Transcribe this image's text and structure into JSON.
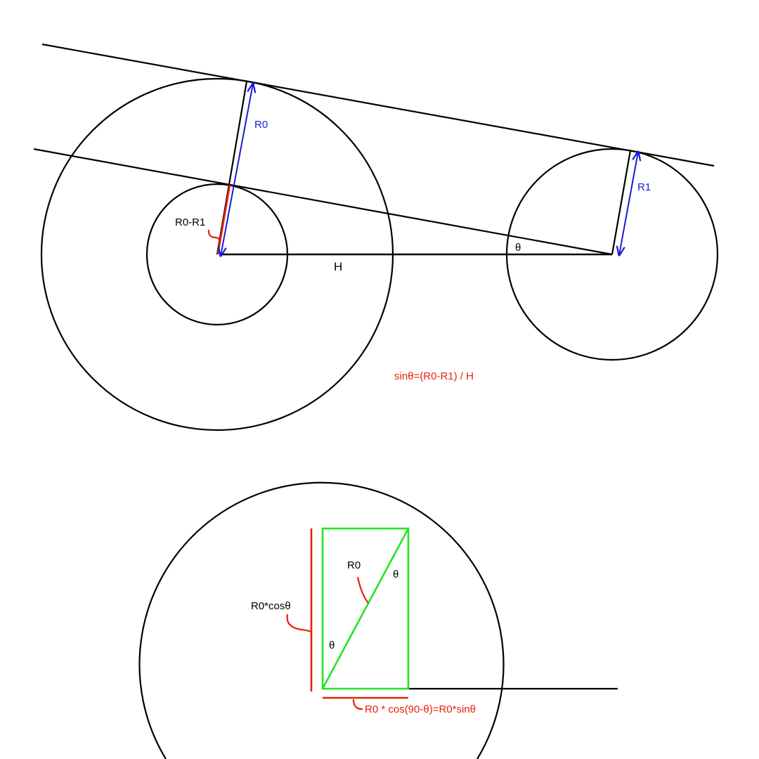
{
  "colors": {
    "background": "#ffffff",
    "line": "#000000",
    "radius_arrow": "#1a1ad6",
    "annotation": "#e8200c",
    "triangle": "#22e622"
  },
  "top_diagram": {
    "radius_large_label": "R0",
    "radius_small_label": "R1",
    "difference_label": "R0-R1",
    "distance_label": "H",
    "angle_label": "θ",
    "formula": "sinθ=(R0-R1) / H"
  },
  "bottom_diagram": {
    "hypotenuse_label": "R0",
    "angle_top_label": "θ",
    "angle_bottom_label": "θ",
    "vertical_label": "R0*cosθ",
    "horizontal_label": "R0 * cos(90-θ)=R0*sinθ"
  }
}
